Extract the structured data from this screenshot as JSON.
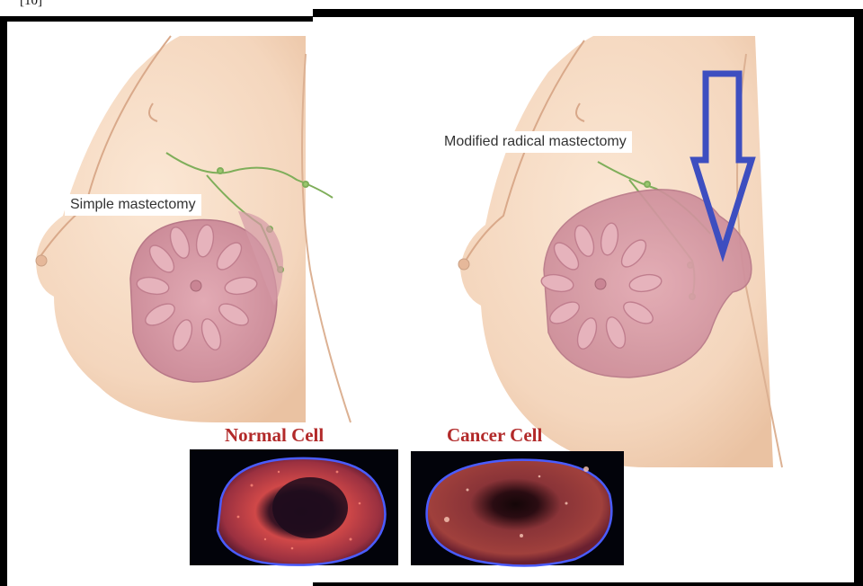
{
  "header": {
    "citation": "[10]"
  },
  "procedures": {
    "left_label": "Simple mastectomy",
    "right_label": "Modified radical mastectomy"
  },
  "cells": {
    "normal_title": "Normal Cell",
    "cancer_title": "Cancer Cell"
  },
  "colors": {
    "frame": "#000000",
    "skin": "#f6dcc4",
    "breast_tissue": "#d59aa6",
    "lymph": "#7fae5a",
    "arrow": "#3d4ec0",
    "cell_title": "#b22a2a",
    "cell_membrane": "#4a5cff",
    "cell_cytoplasm": "#c04a4a"
  },
  "icons": [
    "down-arrow-icon"
  ]
}
